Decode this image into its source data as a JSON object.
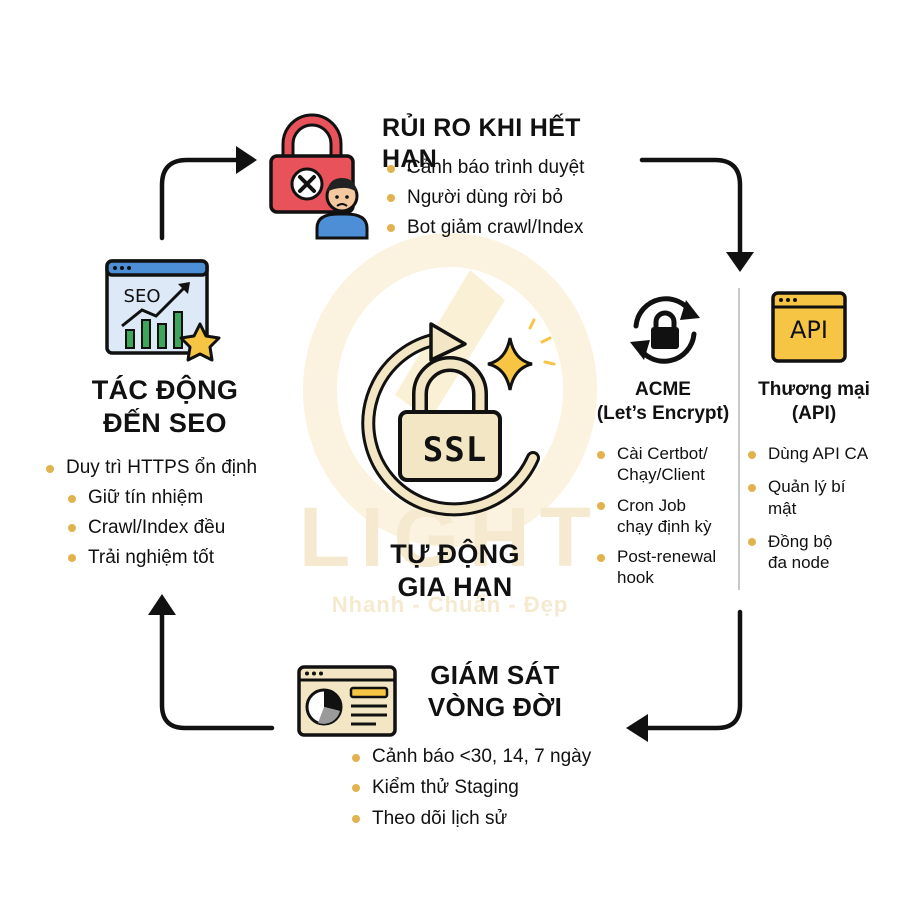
{
  "watermark": {
    "brand": "LIGHT",
    "tagline": "Nhanh - Chuẩn - Đẹp"
  },
  "colors": {
    "accent": "#e2b24f",
    "icon_fill": "#f6c544",
    "risk_red": "#e8525b",
    "line": "#111111"
  },
  "center": {
    "icon": "ssl-lock-icon",
    "lock_label": "SSL",
    "title_line1": "TỰ ĐỘNG",
    "title_line2": "GIA HẠN"
  },
  "risk": {
    "icon": "padlock-error-icon",
    "title": "RỦI RO KHI HẾT HẠN",
    "items": [
      "Cảnh báo trình duyệt",
      "Người dùng rời bỏ",
      "Bot giảm crawl/Index"
    ]
  },
  "acme": {
    "icon": "refresh-lock-icon",
    "title_line1": "ACME",
    "title_line2": "(Let’s Encrypt)",
    "items": [
      {
        "l1": "Cài Certbot/",
        "l2": "Chạy/Client"
      },
      {
        "l1": "Cron Job",
        "l2": "chạy định kỳ"
      },
      {
        "l1": "Post-renewal",
        "l2": "hook"
      }
    ]
  },
  "commercial": {
    "icon": "api-window-icon",
    "icon_label": "API",
    "title_line1": "Thương mại",
    "title_line2": "(API)",
    "items": [
      {
        "l1": "Dùng API CA",
        "l2": ""
      },
      {
        "l1": "Quản lý bí",
        "l2": "mật"
      },
      {
        "l1": "Đồng bộ",
        "l2": "đa node"
      }
    ]
  },
  "monitor": {
    "icon": "dashboard-icon",
    "title_line1": "GIÁM SÁT",
    "title_line2": "VÒNG ĐỜI",
    "items": [
      "Cảnh báo <30, 14, 7 ngày",
      "Kiểm thử Staging",
      "Theo dõi lịch sử"
    ]
  },
  "seo": {
    "icon": "seo-chart-icon",
    "icon_label": "SEO",
    "title_line1": "TÁC ĐỘNG",
    "title_line2": "ĐẾN SEO",
    "main_item": "Duy trì HTTPS ổn định",
    "items": [
      "Giữ tín nhiệm",
      "Crawl/Index đều",
      "Trải nghiệm tốt"
    ]
  }
}
